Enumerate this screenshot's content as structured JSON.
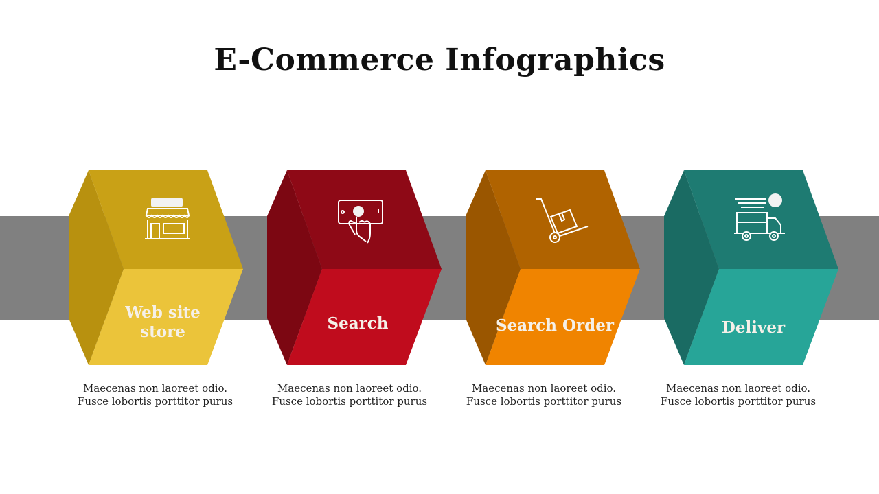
{
  "title": "E-Commerce Infographics",
  "steps": [
    {
      "label": "Web site store",
      "label_lines": [
        "Web site",
        "store"
      ],
      "icon": "storefront-icon",
      "description": "Maecenas non laoreet odio. Fusce lobortis porttitor purus",
      "colors": {
        "top": "#c9a116",
        "bottom": "#ebc43a",
        "fold": "#b8910f"
      }
    },
    {
      "label": "Search",
      "label_lines": [
        "Search"
      ],
      "icon": "mobile-touch-icon",
      "description": "Maecenas non laoreet odio. Fusce lobortis porttitor purus",
      "colors": {
        "top": "#8e0916",
        "bottom": "#c00c1d",
        "fold": "#7c0712"
      }
    },
    {
      "label": "Search Order",
      "label_lines": [
        "Search Order"
      ],
      "icon": "hand-truck-icon",
      "description": "Maecenas non laoreet odio. Fusce lobortis porttitor purus",
      "colors": {
        "top": "#b06300",
        "bottom": "#f08400",
        "fold": "#9a5600"
      }
    },
    {
      "label": "Deliver",
      "label_lines": [
        "Deliver"
      ],
      "icon": "delivery-truck-icon",
      "description": "Maecenas non laoreet odio. Fusce lobortis porttitor purus",
      "colors": {
        "top": "#1e7b72",
        "bottom": "#27a598",
        "fold": "#1a6b63"
      }
    }
  ],
  "band_color": "#808080"
}
